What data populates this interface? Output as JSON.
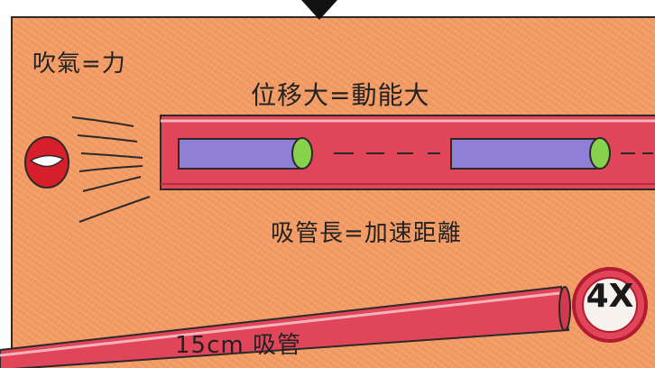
{
  "labels": {
    "blow_force": "吹氣=力",
    "displacement_kinetic": "位移大=動能大",
    "straw_length_distance": "吸管長=加速距離",
    "straw_size": "15cm 吸管",
    "badge": "4X"
  },
  "colors": {
    "paper": "#f29a62",
    "straw_red": "#e0455a",
    "bead_purple": "#8f7fd6",
    "bead_green": "#86d24c",
    "mouth_red": "#d61f2b",
    "ink": "#222222"
  }
}
